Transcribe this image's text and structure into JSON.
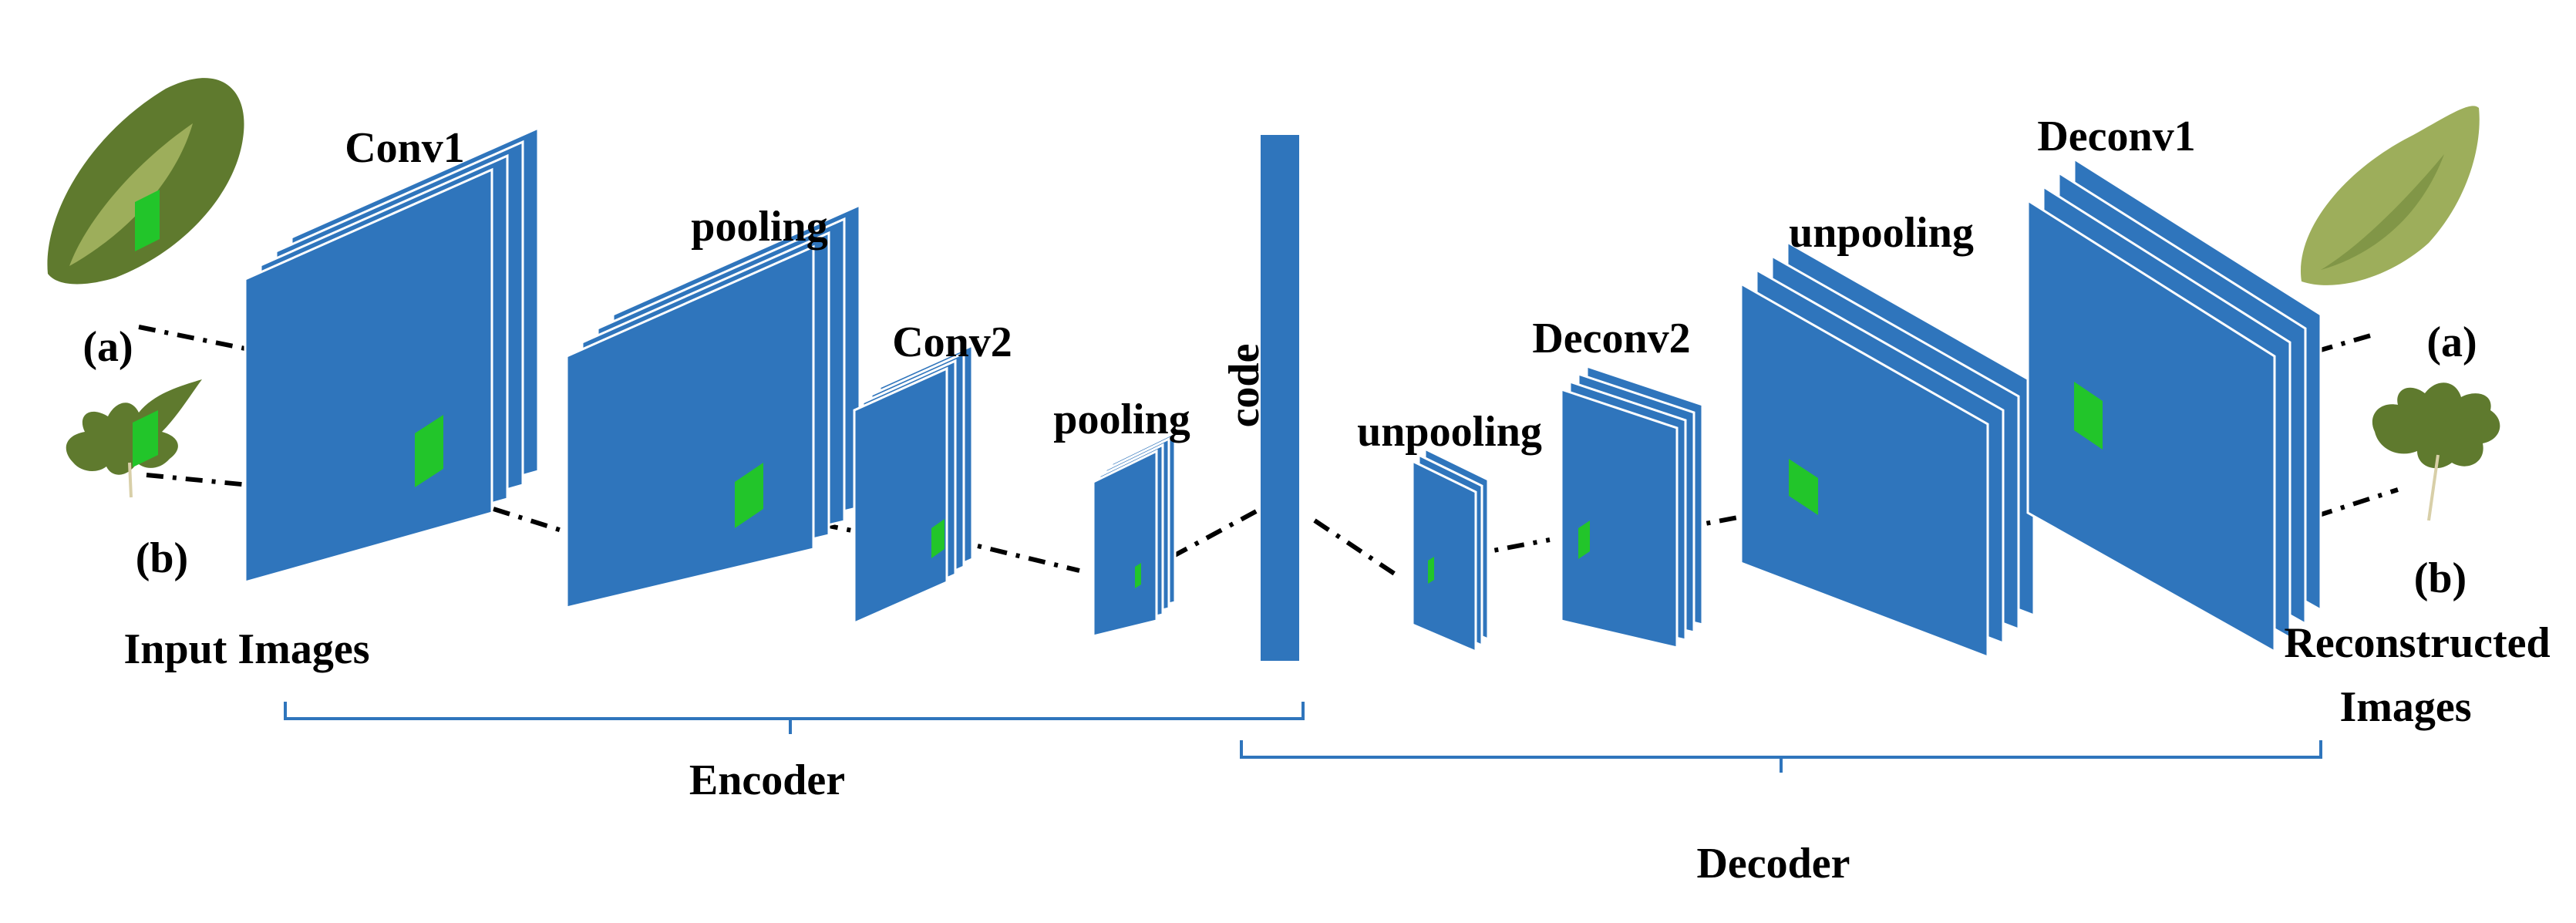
{
  "colors": {
    "layer": "#2F75BC",
    "layer_edge": "#FFFFFF",
    "patch": "#22C52A",
    "bracket": "#2F75BC",
    "leaf_dark": "#5F7A2E",
    "leaf_light": "#9DAE5B",
    "text": "#000000"
  },
  "labels": {
    "conv1": "Conv1",
    "pool1": "pooling",
    "conv2": "Conv2",
    "pool2": "pooling",
    "code": "code",
    "unpool2": "unpooling",
    "deconv2": "Deconv2",
    "unpool1": "unpooling",
    "deconv1": "Deconv1",
    "input_a": "(a)",
    "input_b": "(b)",
    "output_a": "(a)",
    "output_b": "(b)",
    "input_images": "Input Images",
    "reconstructed_line1": "Reconstructed",
    "reconstructed_line2": "Images",
    "encoder": "Encoder",
    "decoder": "Decoder"
  },
  "icons": {
    "input_leaf_a": "curled-leaf-image",
    "input_leaf_b": "lobed-leaf-image",
    "output_leaf_a": "reconstructed-leaf-image",
    "output_leaf_b": "reconstructed-lobed-leaf-image"
  }
}
